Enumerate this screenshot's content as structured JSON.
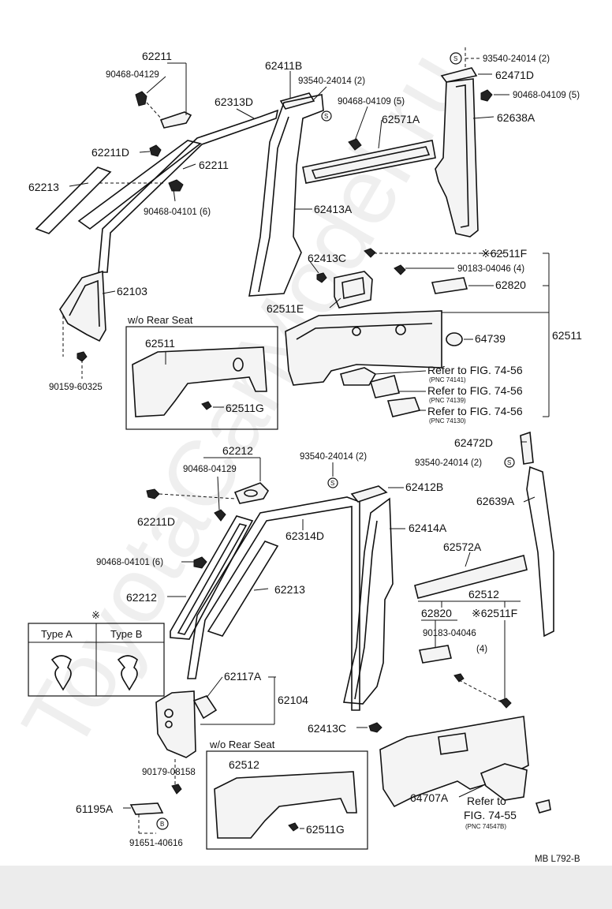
{
  "labels": {
    "p62211": "62211",
    "p90468_04129": "90468-04129",
    "p62313D": "62313D",
    "p62211D": "62211D",
    "p62211b": "62211",
    "p62213": "62213",
    "p90468_04101": "90468-04101 (6)",
    "p62103": "62103",
    "p90159_60325": "90159-60325",
    "p62411B": "62411B",
    "p93540_a": "93540-24014 (2)",
    "p90468_04109_a": "90468-04109 (5)",
    "p62571A": "62571A",
    "p62413A": "62413A",
    "p62413C": "62413C",
    "p62511E": "62511E",
    "p93540_b": "93540-24014 (2)",
    "p62471D": "62471D",
    "p90468_04109_b": "90468-04109 (5)",
    "p62638A": "62638A",
    "p62511F": "※62511F",
    "p90183_04046": "90183-04046 (4)",
    "p62820": "62820",
    "p64739": "64739",
    "p62511": "62511",
    "refer1": "Refer to FIG. 74-56",
    "refer1_pnc": "(PNC 74141)",
    "refer2": "Refer to FIG. 74-56",
    "refer2_pnc": "(PNC 74139)",
    "refer3": "Refer to FIG. 74-56",
    "refer3_pnc": "(PNC 74130)",
    "wo_rear_seat_1": "w/o Rear Seat",
    "p62511_box": "62511",
    "p62511G": "62511G",
    "p62212": "62212",
    "p90468_04129_b": "90468-04129",
    "p93540_c": "93540-24014 (2)",
    "p62412B": "62412B",
    "p62472D": "62472D",
    "p93540_d": "93540-24014 (2)",
    "p62211D_b": "62211D",
    "p62314D": "62314D",
    "p62414A": "62414A",
    "p62639A": "62639A",
    "p90468_04101_b": "90468-04101 (6)",
    "p62572A": "62572A",
    "p62212_b": "62212",
    "p62213_b": "62213",
    "p62512": "62512",
    "p62820_b": "62820",
    "p62511F_b": "※62511F",
    "p90183_04046_b": "90183-04046",
    "p4": "(4)",
    "star": "※",
    "typeA": "Type A",
    "typeB": "Type B",
    "p62117A": "62117A",
    "p62104": "62104",
    "p62413C_b": "62413C",
    "wo_rear_seat_2": "w/o Rear Seat",
    "p90179_08158": "90179-08158",
    "p62512_box": "62512",
    "p62511G_b": "62511G",
    "p64707A": "64707A",
    "refer4": "Refer to",
    "refer4b": "FIG. 74-55",
    "refer4_pnc": "(PNC 74547B)",
    "p61195A": "61195A",
    "p91651_40616": "91651-40616",
    "code": "MB  L792-B",
    "s": "S",
    "b": "B"
  },
  "watermark": "ToyotaCarModel.ru"
}
